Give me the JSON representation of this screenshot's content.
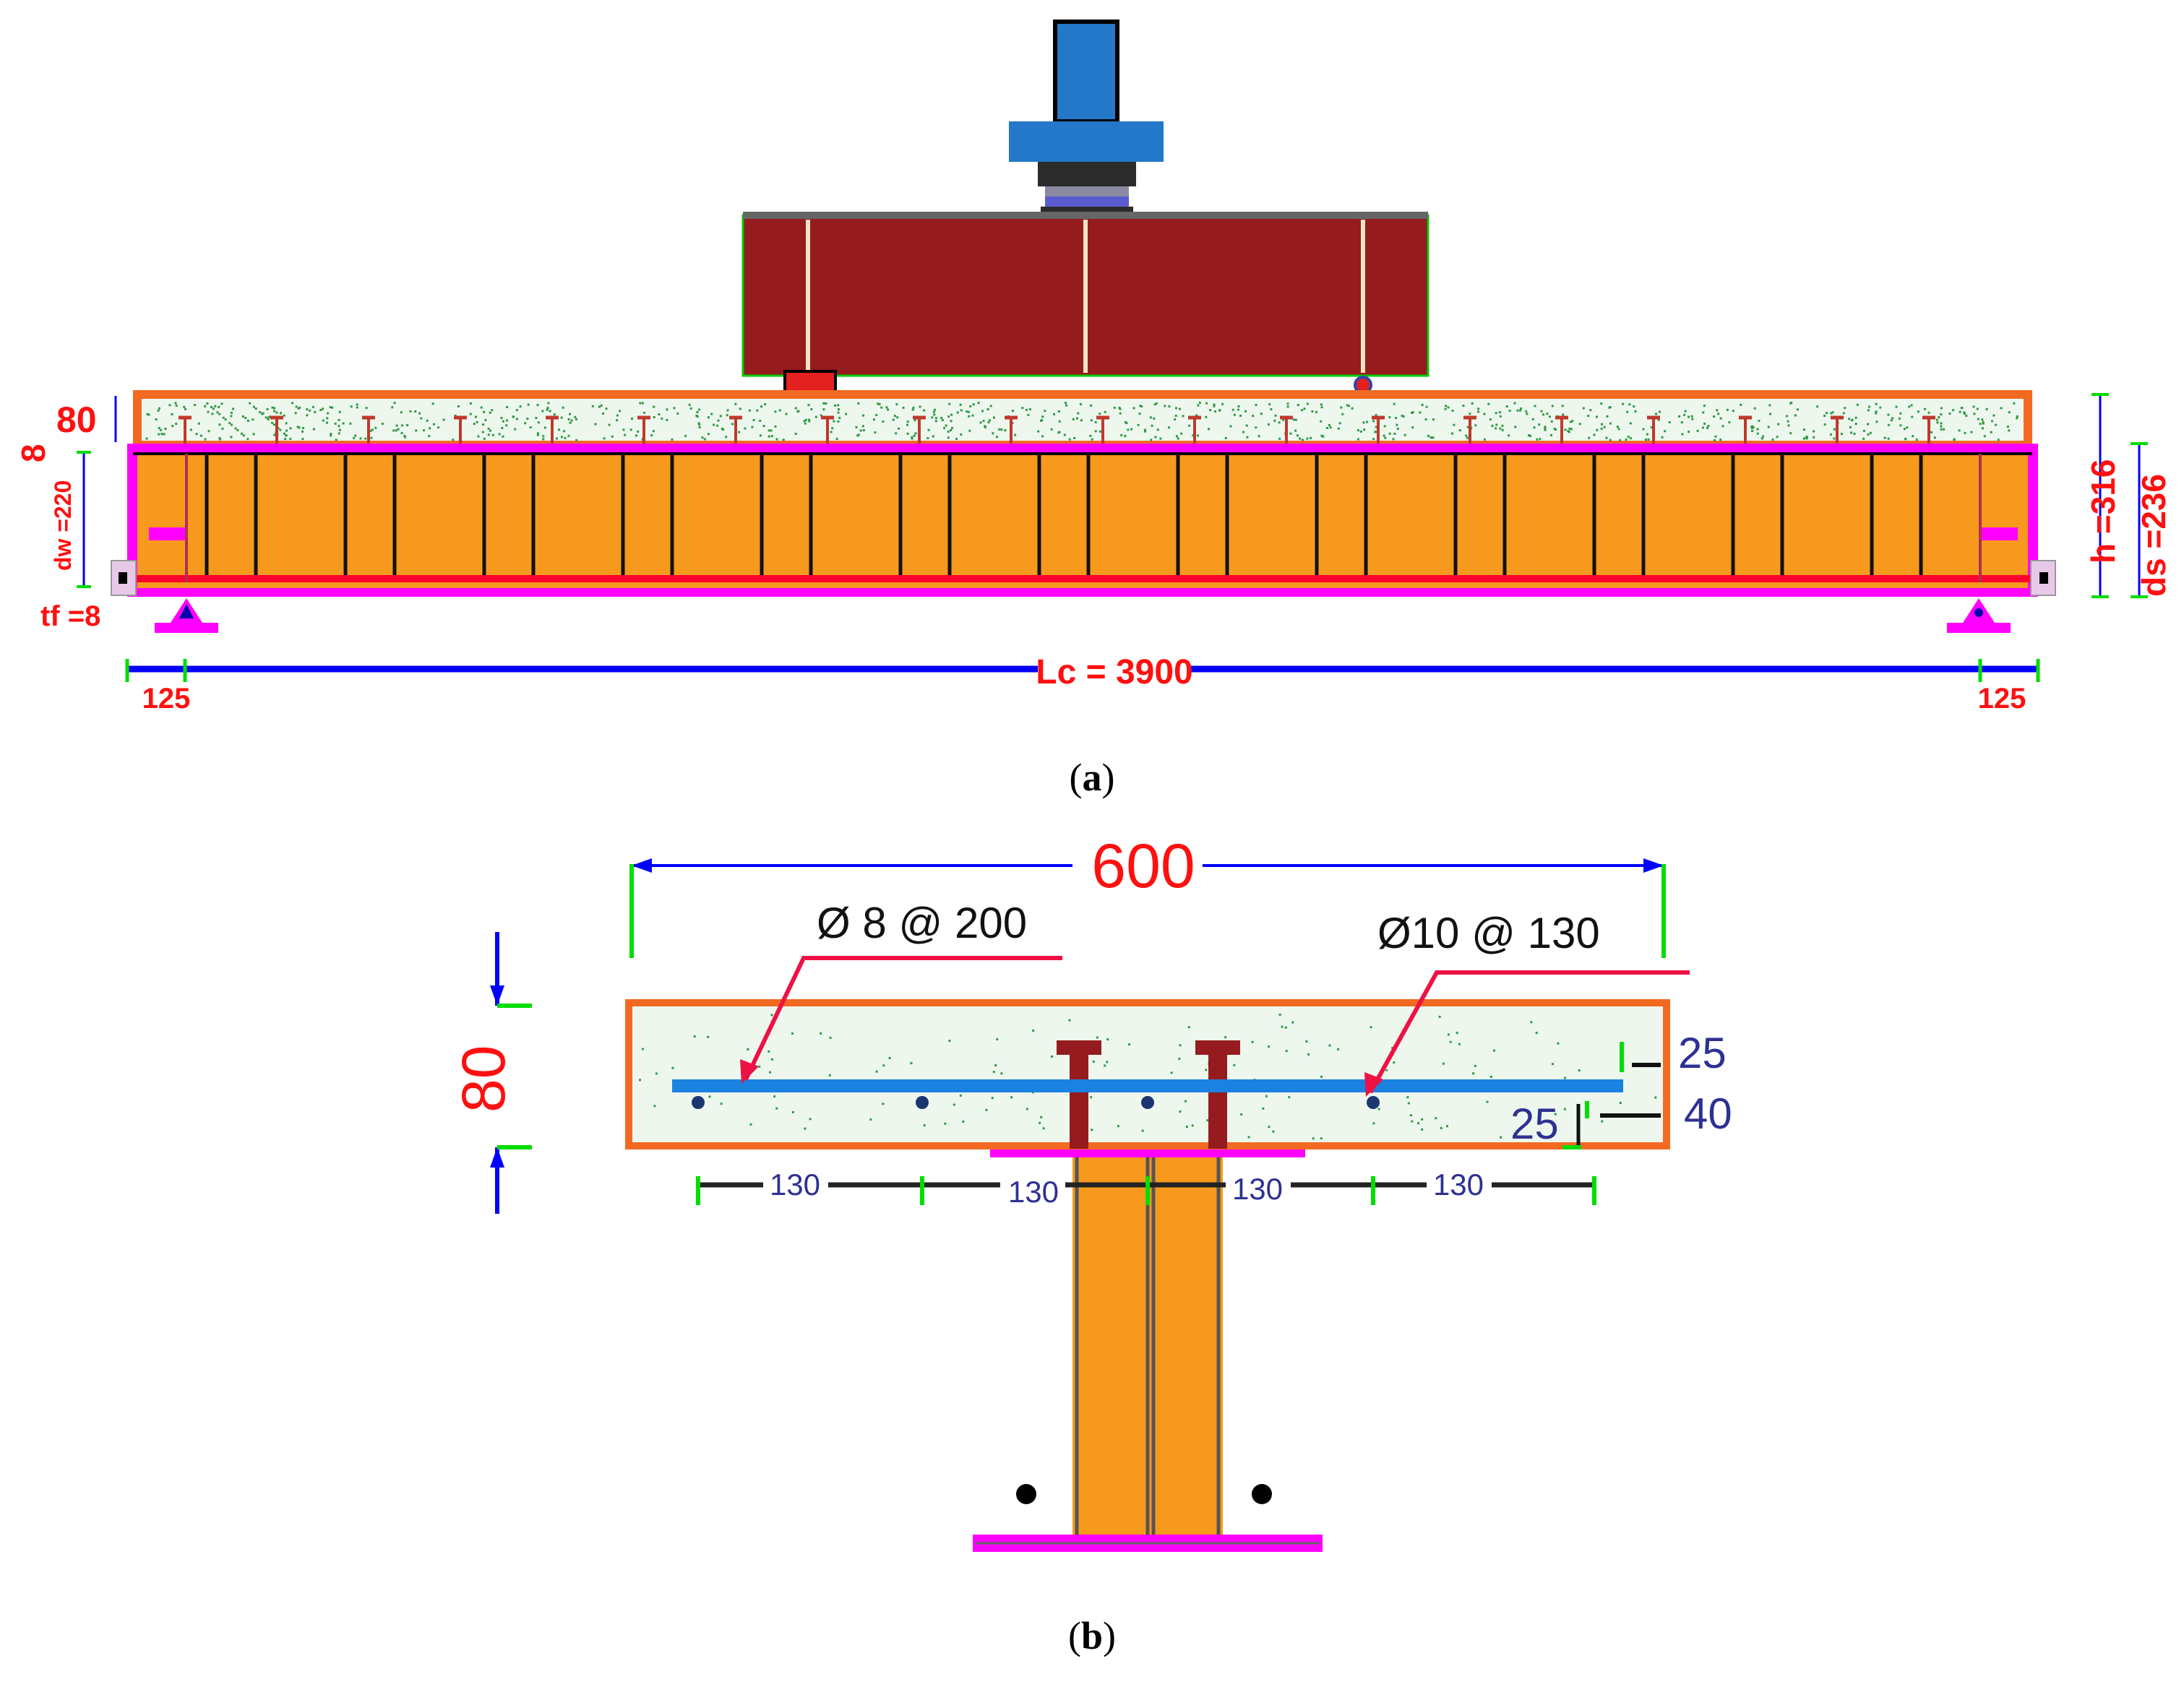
{
  "colors": {
    "steel": "#f7991c",
    "slab_outline": "#f26a21",
    "flange": "#ff00ff",
    "rebar": "#1a82e0",
    "dimension_line": "#0000ff",
    "tick": "#00dd00",
    "dim_text_red": "#ff1010",
    "dim_text_navy": "#2e3192",
    "loading_beam": "#951b1e",
    "actuator": "#2378c9",
    "arrow": "#ee1144",
    "stud": "#c0392b"
  },
  "panel_a": {
    "caption_letter": "a",
    "slab_thickness": "80",
    "flange_top_label": "8",
    "web_depth_label": "dw =220",
    "flange_bottom_label": "tf =8",
    "total_height_label": "h =316",
    "steel_depth_label": "ds =236",
    "span_label": "Lc = 3900",
    "left_offset_label": "125",
    "right_offset_label": "125"
  },
  "panel_b": {
    "caption_letter": "b",
    "slab_width_label": "600",
    "slab_depth_label": "80",
    "rebar_left_label": "Ø 8 @ 200",
    "rebar_right_label": "Ø10 @ 130",
    "cover_top_label": "25",
    "cover_bottom_label": "25",
    "rebar_level_label": "40",
    "spacing_labels": [
      "130",
      "130",
      "130",
      "130"
    ]
  }
}
